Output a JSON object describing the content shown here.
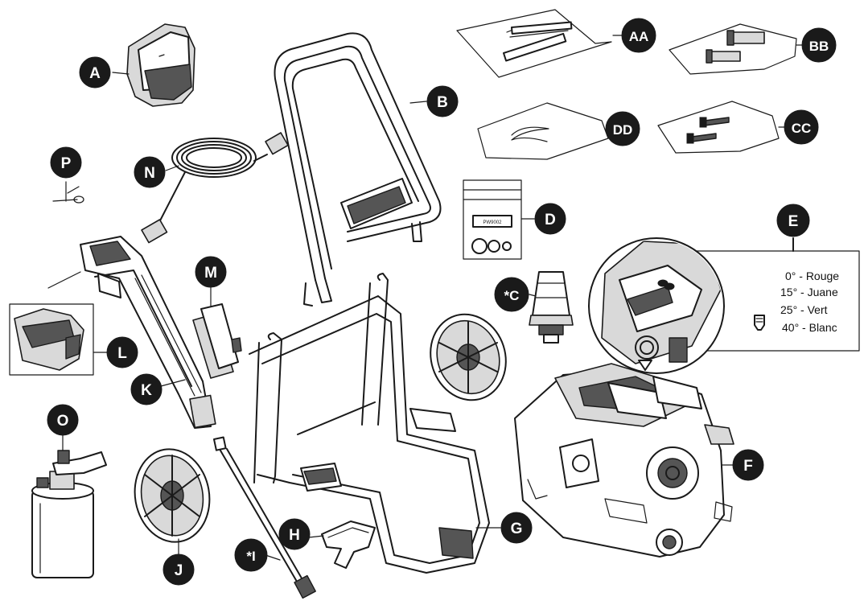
{
  "labels": {
    "A": "A",
    "B": "B",
    "AA": "AA",
    "BB": "BB",
    "DD": "DD",
    "CC": "CC",
    "P": "P",
    "N": "N",
    "D": "D",
    "E": "E",
    "M": "M",
    "C": "*C",
    "L": "L",
    "K": "K",
    "O": "O",
    "F": "F",
    "H": "H",
    "G": "G",
    "J": "J",
    "I": "*I"
  },
  "nozzle_legend": [
    "0° - Rouge",
    "15° - Juane",
    "25° - Vert",
    "40° - Blanc"
  ],
  "pouch_d_label": "PW9002",
  "colors": {
    "ink": "#1a1a1a",
    "background": "#ffffff"
  }
}
